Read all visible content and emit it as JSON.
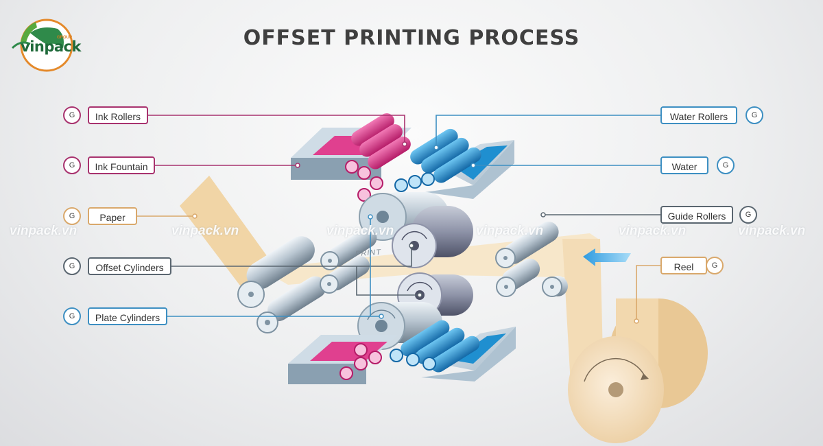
{
  "title": "OFFSET PRINTING PROCESS",
  "logo": {
    "text": "vinpack",
    "group": "GROUP"
  },
  "watermark": "vinpack.vn",
  "print_mark": "PRINT",
  "labels": {
    "ink_rollers": {
      "text": "Ink Rollers",
      "badge": "G"
    },
    "ink_fountain": {
      "text": "Ink Fountain",
      "badge": "G"
    },
    "paper": {
      "text": "Paper",
      "badge": "G"
    },
    "offset_cylinders": {
      "text": "Offset Cylinders",
      "badge": "G"
    },
    "plate_cylinders": {
      "text": "Plate Cylinders",
      "badge": "G"
    },
    "water_rollers": {
      "text": "Water Rollers",
      "badge": "G"
    },
    "water": {
      "text": "Water",
      "badge": "G"
    },
    "guide_rollers": {
      "text": "Guide Rollers",
      "badge": "G"
    },
    "reel": {
      "text": "Reel",
      "badge": "G"
    }
  },
  "colors": {
    "ink": "#a8326e",
    "magenta": "#d9307f",
    "water": "#3d8fc2",
    "cyan": "#1f8fd0",
    "gray": "#5a6670",
    "paper": "#f3dcb6",
    "reel": "#f6e3c4"
  }
}
